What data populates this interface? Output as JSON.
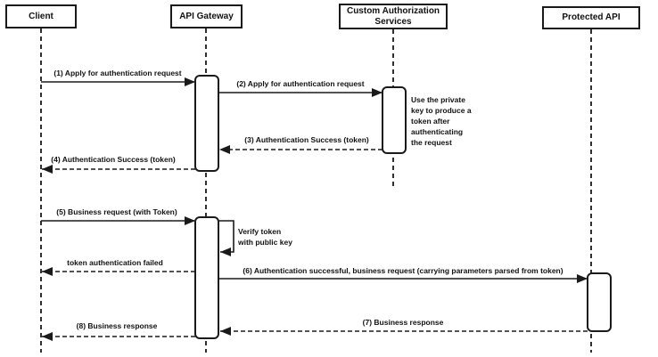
{
  "diagram": {
    "type": "sequence-diagram",
    "colors": {
      "stroke": "#1a1a1a",
      "fill": "#ffffff",
      "background": "#ffffff",
      "text": "#111111"
    },
    "actors": [
      {
        "label": "Client"
      },
      {
        "label": "API Gateway"
      },
      {
        "label": "Custom Authorization\nServices"
      },
      {
        "label": "Protected API"
      }
    ],
    "messages": [
      {
        "label": "(1) Apply for authentication request",
        "style": "solid",
        "from": "Client",
        "to": "API Gateway"
      },
      {
        "label": "(2) Apply for authentication request",
        "style": "solid",
        "from": "API Gateway",
        "to": "Custom Authorization Services"
      },
      {
        "label": "(3) Authentication Success (token)",
        "style": "dashed",
        "from": "Custom Authorization Services",
        "to": "API Gateway"
      },
      {
        "label": "(4) Authentication Success (token)",
        "style": "dashed",
        "from": "API Gateway",
        "to": "Client"
      },
      {
        "label": "(5) Business request (with Token)",
        "style": "solid",
        "from": "Client",
        "to": "API Gateway"
      },
      {
        "label": "token authentication failed",
        "style": "dashed",
        "from": "API Gateway",
        "to": "Client"
      },
      {
        "label": "(6) Authentication successful, business request (carrying parameters parsed from token)",
        "style": "solid",
        "from": "API Gateway",
        "to": "Protected API"
      },
      {
        "label": "(7) Business response",
        "style": "dashed",
        "from": "Protected API",
        "to": "API Gateway"
      },
      {
        "label": "(8) Business response",
        "style": "dashed",
        "from": "API Gateway",
        "to": "Client"
      }
    ],
    "notes": [
      {
        "label": "Use the private\nkey to produce a\ntoken after\nauthenticating\nthe request"
      },
      {
        "label": "Verify token\nwith public key"
      }
    ]
  }
}
